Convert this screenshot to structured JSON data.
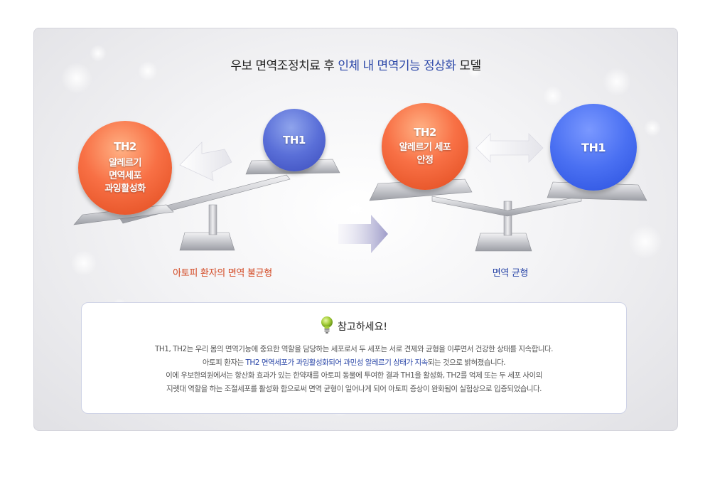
{
  "title": {
    "part1": "우보 면역조정치료 후 ",
    "highlight": "인체 내 면역기능 정상화",
    "part2": " 모델"
  },
  "left_scale": {
    "th2": {
      "name": "TH2",
      "line1": "알레르기",
      "line2": "면역세포",
      "line3": "과잉활성화"
    },
    "th1": {
      "name": "TH1"
    },
    "caption": "아토피 환자의 면역 불균형"
  },
  "right_scale": {
    "th2": {
      "name": "TH2",
      "line1": "알레르기 세포",
      "line2": "안정"
    },
    "th1": {
      "name": "TH1"
    },
    "caption": "면역 균형"
  },
  "note": {
    "heading": "참고하세요!",
    "line1": "TH1, TH2는 우리 몸의 면역기능에 중요한 역할을 담당하는 세포로서  두 세포는 서로 견제와 균형을 이루면서 건강한 상태를 지속합니다.",
    "line2_pre": "아토피 환자는  ",
    "line2_highlight": "TH2 면역세포가 과잉활성화되어 과민성 알레르기 상태가 지속",
    "line2_post": "되는 것으로 밝혀졌습니다.",
    "line3": "이에 우보한의원에서는 항산화 효과가 있는 한약재를  아토피 동물에 투여한 결과  TH1을 활성화, TH2를 억제 또는 두 세포 사이의",
    "line4": "지렛대 역할을 하는 조절세포를 활성화 함으로써 면역 균형이 일어나게 되어 아토피 증상이 완화됨이 실험상으로 입증되었습니다."
  },
  "colors": {
    "highlight_blue": "#2b47a8",
    "caption_red": "#d2451f",
    "th2_orange": "#f26a3e",
    "th1_blue": "#4a62d0"
  },
  "icons": {
    "heading_icon": "lightbulb-icon",
    "left_arrow": "arrow-left-icon",
    "transition_arrow": "arrow-right-icon",
    "balance_arrow": "double-arrow-icon"
  }
}
